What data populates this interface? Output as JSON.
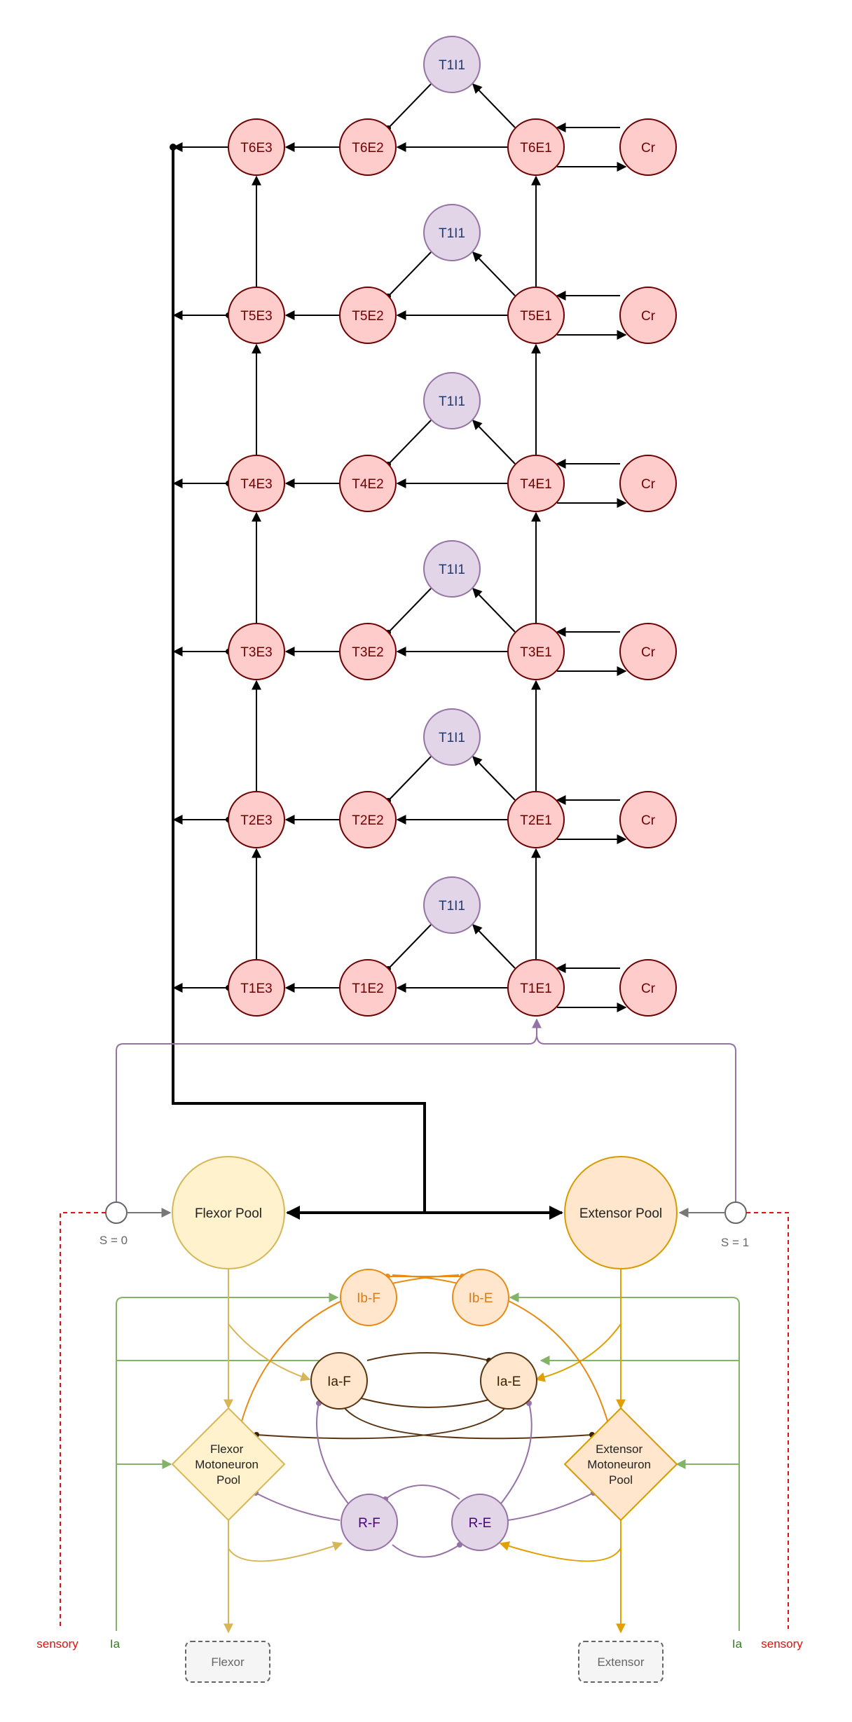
{
  "layers": [
    {
      "e3": "T6E3",
      "e2": "T6E2",
      "e1": "T6E1",
      "i1": "T1I1",
      "cr": "Cr"
    },
    {
      "e3": "T5E3",
      "e2": "T5E2",
      "e1": "T5E1",
      "i1": "T1I1",
      "cr": "Cr"
    },
    {
      "e3": "T4E3",
      "e2": "T4E2",
      "e1": "T4E1",
      "i1": "T1I1",
      "cr": "Cr"
    },
    {
      "e3": "T3E3",
      "e2": "T3E2",
      "e1": "T3E1",
      "i1": "T1I1",
      "cr": "Cr"
    },
    {
      "e3": "T2E3",
      "e2": "T2E2",
      "e1": "T2E1",
      "i1": "T1I1",
      "cr": "Cr"
    },
    {
      "e3": "T1E3",
      "e2": "T1E2",
      "e1": "T1E1",
      "i1": "T1I1",
      "cr": "Cr"
    }
  ],
  "pools": {
    "flexor": "Flexor Pool",
    "extensor": "Extensor Pool"
  },
  "switches": {
    "left": "S = 0",
    "right": "S = 1"
  },
  "interneurons": {
    "ib_f": "Ib-F",
    "ib_e": "Ib-E",
    "ia_f": "Ia-F",
    "ia_e": "Ia-E",
    "r_f": "R-F",
    "r_e": "R-E"
  },
  "motoneurons": {
    "flexor": [
      "Flexor",
      "Motoneuron",
      "Pool"
    ],
    "extensor": [
      "Extensor",
      "Motoneuron",
      "Pool"
    ]
  },
  "inputs": {
    "sensory_left": "sensory",
    "ia_left": "Ia",
    "ia_right": "Ia",
    "sensory_right": "sensory"
  },
  "outputs": {
    "flexor": "Flexor",
    "extensor": "Extensor"
  },
  "colors": {
    "t_fill": "#ffcccc",
    "t_stroke": "#6f0000",
    "i_fill": "#e1d5e7",
    "i_stroke": "#9673a6",
    "flexor_fill": "#fff2cc",
    "flexor_stroke": "#d6b656",
    "extensor_fill": "#ffe6cc",
    "extensor_stroke": "#d79b00",
    "ib_stroke": "#e98a15",
    "ia_stroke": "#5a3410",
    "r_stroke": "#9673a6",
    "green": "#82b366",
    "red": "#e01010"
  }
}
